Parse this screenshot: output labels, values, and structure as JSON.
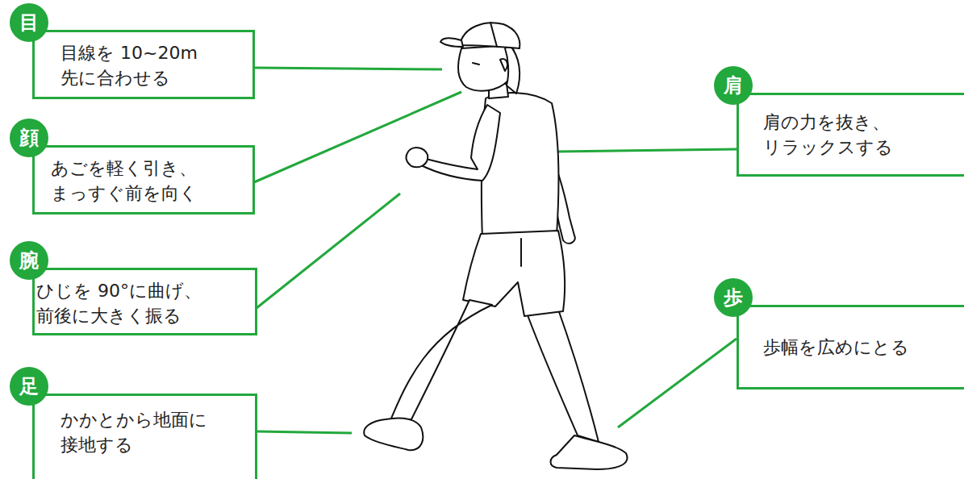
{
  "diagram": {
    "nodes": [
      {
        "text": [
          "目",
          "目線を 10~20m 先に合わせる"
        ]
      },
      {
        "text": [
          "肩",
          "肩の力を抜き、 リラックスする"
        ]
      },
      {
        "text": [
          "顔",
          "あごを軽く引き、 まっすぐ前を向く"
        ]
      },
      {
        "text": [
          "腕",
          "ひじを 90°に曲げ、 前後に大きく振る"
        ]
      },
      {
        "text": [
          "歩",
          "歩幅を広めにとる"
        ]
      },
      {
        "text": [
          "足",
          "かかとから地面に 接地する"
        ]
      }
    ]
  }
}
